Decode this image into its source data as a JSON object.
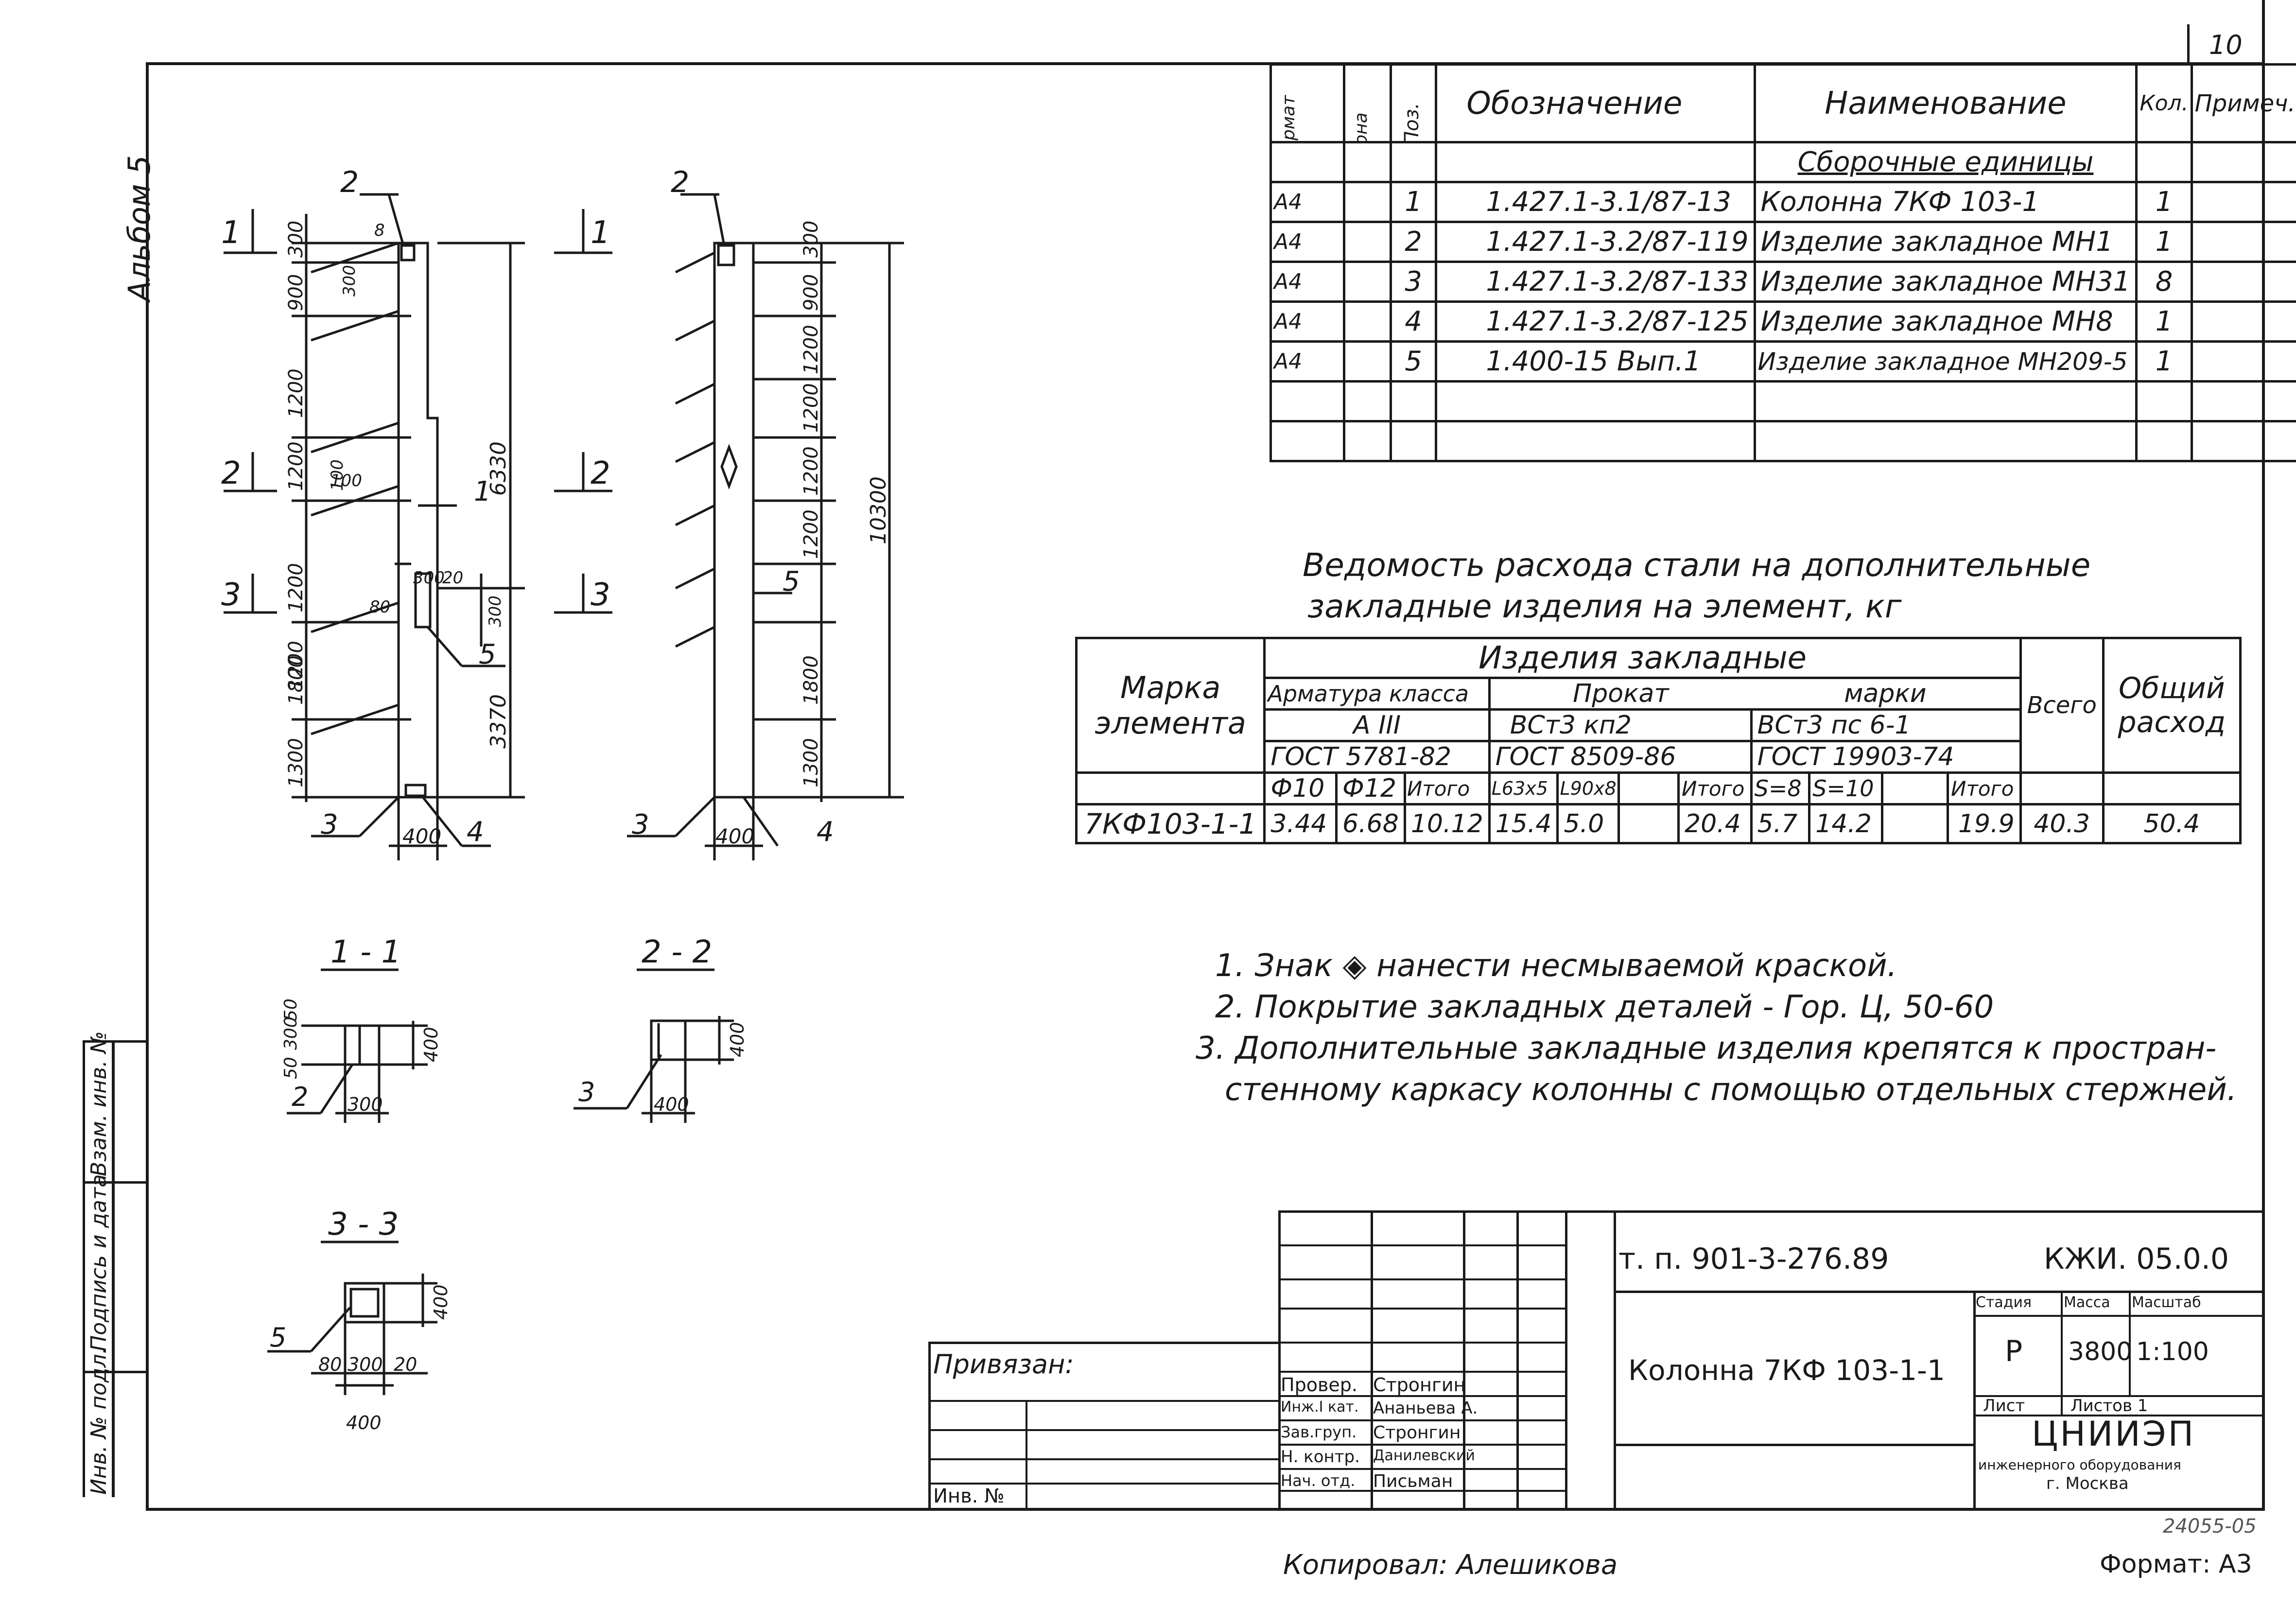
{
  "page_number": "10",
  "album": "Альбом 5",
  "spec_table": {
    "headers": {
      "format": "Формат",
      "zone": "Зона",
      "pos": "Поз.",
      "designation": "Обозначение",
      "name": "Наименование",
      "qty": "Кол.",
      "note": "Примеч."
    },
    "section": "Сборочные единицы",
    "rows": [
      {
        "format": "А4",
        "pos": "1",
        "designation": "1.427.1-3.1/87-13",
        "name": "Колонна   7КФ 103-1",
        "qty": "1"
      },
      {
        "format": "А4",
        "pos": "2",
        "designation": "1.427.1-3.2/87-119",
        "name": "Изделие закладное МН1",
        "qty": "1"
      },
      {
        "format": "А4",
        "pos": "3",
        "designation": "1.427.1-3.2/87-133",
        "name": "Изделие закладное МН31",
        "qty": "8"
      },
      {
        "format": "А4",
        "pos": "4",
        "designation": "1.427.1-3.2/87-125",
        "name": "Изделие закладное МН8",
        "qty": "1"
      },
      {
        "format": "А4",
        "pos": "5",
        "designation": "1.400-15   Вып.1",
        "name": "Изделие закладное МН209-5",
        "qty": "1"
      }
    ]
  },
  "steel_title_line1": "Ведомость расхода  стали  на  дополнительные",
  "steel_title_line2": "закладные изделия на элемент, кг",
  "steel_table": {
    "mark_header": "Марка элемента",
    "items_header": "Изделия          закладные",
    "rebar_class": "Арматура класса",
    "rebar_grade": "А III",
    "rebar_gost": "ГОСТ 5781-82",
    "rolled": "Прокат",
    "marks": "марки",
    "rolled_grade1": "ВСт3 кп2",
    "rolled_gost1": "ГОСТ 8509-86",
    "rolled_grade2": "ВСт3  пс 6-1",
    "rolled_gost2": "ГОСТ 19903-74",
    "total": "Всего",
    "overall": "Общий расход",
    "sub": [
      "Ф10",
      "Ф12",
      "Итого",
      "L63x5",
      "L90x8",
      "",
      "Итого",
      "S=8",
      "S=10",
      "",
      "Итого"
    ],
    "row": {
      "mark": "7КФ103-1-1",
      "v": [
        "3.44",
        "6.68",
        "10.12",
        "15.4",
        "5.0",
        "",
        "20.4",
        "5.7",
        "14.2",
        "",
        "19.9"
      ],
      "total": "40.3",
      "overall": "50.4"
    }
  },
  "notes": [
    "1. Знак ◈ нанести несмываемой краской.",
    "2. Покрытие закладных деталей - Гор. Ц, 50-60",
    "3. Дополнительные закладные изделия крепятся к простран-",
    "стенному каркасу колонны с помощью отдельных стержней."
  ],
  "drawing": {
    "callouts_left": [
      "1",
      "2",
      "3"
    ],
    "dims_left": [
      "300",
      "900",
      "1200",
      "1200",
      "1200",
      "1200",
      "1800",
      "1300"
    ],
    "dim_total_upper": "6330",
    "dim_total_lower": "3370",
    "dim_total_right": "10300",
    "dim_400": "400",
    "small_dims": [
      "300",
      "100",
      "100",
      "300",
      "20",
      "80",
      "300",
      "8"
    ],
    "pos_labels": [
      "1",
      "2",
      "3",
      "4",
      "5"
    ],
    "sections": [
      "1 - 1",
      "2 - 2",
      "3 - 3"
    ],
    "sec_dims_11": [
      "50",
      "300",
      "50",
      "400",
      "300"
    ],
    "sec_dims_22": [
      "400",
      "400"
    ],
    "sec_dims_33": [
      "400",
      "80",
      "300",
      "20",
      "400"
    ]
  },
  "title_block": {
    "project": "т. п. 901-3-276.89",
    "code": "КЖИ. 05.0.0",
    "name": "Колонна 7КФ 103-1-1",
    "bound": "Привязан:",
    "inv": "Инв. №",
    "stage_h": "Стадия",
    "mass_h": "Масса",
    "scale_h": "Масштаб",
    "stage": "Р",
    "mass": "3800",
    "scale": "1:100",
    "sheet_h": "Лист",
    "sheets_h": "Листов 1",
    "org": "ЦНИИЭП",
    "org_sub": "инженерного оборудования",
    "city": "г. Москва",
    "roles": [
      {
        "role": "Провер.",
        "name": "Стронгин"
      },
      {
        "role": "Инж.I кат.",
        "name": "Ананьева А."
      },
      {
        "role": "Зав.груп.",
        "name": "Стронгин"
      },
      {
        "role": "Н. контр.",
        "name": "Данилевский"
      },
      {
        "role": "Нач. отд.",
        "name": "Письман"
      }
    ]
  },
  "left_strip": [
    "Инв. № подл.",
    "Подпись и дата",
    "Взам. инв. №"
  ],
  "copied": "Копировал: Алешикова",
  "format": "Формат: А3",
  "stamp_number": "24055-05"
}
